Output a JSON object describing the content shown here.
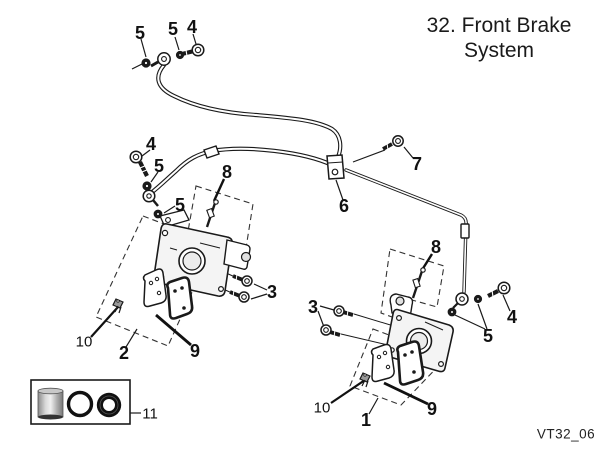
{
  "diagram": {
    "title_line1": "32. Front Brake",
    "title_line2": "System",
    "figure_code": "VT32_06"
  },
  "callouts": [
    {
      "part": "washer-upper-left",
      "text": "5"
    },
    {
      "part": "washer-upper-banjo",
      "text": "5"
    },
    {
      "part": "banjo-bolt-upper",
      "text": "4"
    },
    {
      "part": "banjo-bolt-left",
      "text": "4"
    },
    {
      "part": "washer-left-upper",
      "text": "5"
    },
    {
      "part": "washer-left-lower",
      "text": "5"
    },
    {
      "part": "bleeder-screw-left",
      "text": "8"
    },
    {
      "part": "clamp-bolt",
      "text": "7"
    },
    {
      "part": "hose-clamp",
      "text": "6"
    },
    {
      "part": "caliper-bolts-left",
      "text": "3"
    },
    {
      "part": "pad-clip-left",
      "text": "10"
    },
    {
      "part": "caliper-assembly-left",
      "text": "2"
    },
    {
      "part": "brake-pads-left",
      "text": "9"
    },
    {
      "part": "bleeder-screw-right",
      "text": "8"
    },
    {
      "part": "caliper-bolts-right",
      "text": "3"
    },
    {
      "part": "banjo-bolt-right",
      "text": "4"
    },
    {
      "part": "washers-right",
      "text": "5"
    },
    {
      "part": "pad-clip-right",
      "text": "10"
    },
    {
      "part": "caliper-assembly-right",
      "text": "1"
    },
    {
      "part": "brake-pads-right",
      "text": "9"
    },
    {
      "part": "piston-seal-kit",
      "text": "11"
    }
  ]
}
